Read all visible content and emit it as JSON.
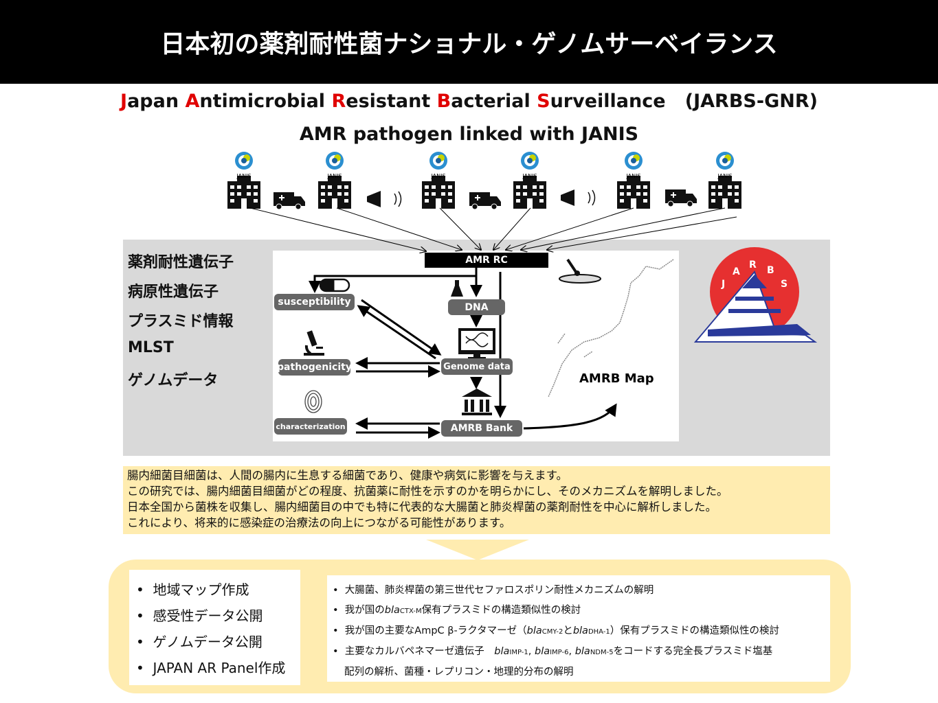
{
  "header": {
    "title": "日本初の薬剤耐性菌ナショナル・ゲノムサーベイランス"
  },
  "subtitle": {
    "words": [
      {
        "initial": "J",
        "rest": "apan "
      },
      {
        "initial": "A",
        "rest": "ntimicrobial "
      },
      {
        "initial": "R",
        "rest": "esistant "
      },
      {
        "initial": "B",
        "rest": "acterial "
      },
      {
        "initial": "S",
        "rest": "urveillance"
      }
    ],
    "acronym": "(JARBS-GNR)",
    "line2": "AMR pathogen linked with JANIS"
  },
  "hospitals": {
    "label": "JANIS",
    "count": 6
  },
  "panel": {
    "labels": [
      "薬剤耐性遺伝子",
      "病原性遺伝子",
      "プラスミド情報",
      "MLST",
      "ゲノムデータ"
    ]
  },
  "diagram": {
    "amr_rc": "AMR RC",
    "susceptibility": "susceptibility",
    "dna": "DNA",
    "pathogenicity": "pathogenicity",
    "genome_data": "Genome data",
    "characterization": "characterization",
    "amrb_bank": "AMRB Bank",
    "amrb_map": "AMRB Map"
  },
  "logo": {
    "letters": "JARBS"
  },
  "summary": [
    "腸内細菌目細菌は、人間の腸内に生息する細菌であり、健康や病気に影響を与えます。",
    "この研究では、腸内細菌目細菌がどの程度、抗菌薬に耐性を示すのかを明らかにし、そのメカニズムを解明しました。",
    "日本全国から菌株を収集し、腸内細菌目の中でも特に代表的な大腸菌と肺炎桿菌の薬剤耐性を中心に解析しました。",
    "これにより、将来的に感染症の治療法の向上につながる可能性があります。"
  ],
  "outputs": [
    "地域マップ作成",
    "感受性データ公開",
    "ゲノムデータ公開",
    "JAPAN AR Panel作成"
  ],
  "research": {
    "r1": "大腸菌、肺炎桿菌の第三世代セファロスポリン耐性メカニズムの解明",
    "r2": {
      "a": "我が国の",
      "bla": "bla",
      "s": "CTX-M",
      "b": "保有プラスミドの構造類似性の検討"
    },
    "r3": {
      "a": "我が国の主要なAmpC β-ラクタマーゼ（",
      "bla1": "bla",
      "s1": "CMY-2",
      "mid": "と",
      "bla2": "bla",
      "s2": "DHA-1",
      "b": "）保有プラスミドの構造類似性の検討"
    },
    "r4": {
      "a": "主要なカルバペネマーゼ遺伝子　",
      "bla1": "bla",
      "s1": "IMP-1",
      "c1": ", ",
      "bla2": "bla",
      "s2": "IMP-6",
      "c2": ", ",
      "bla3": "bla",
      "s3": "NDM-5",
      "b": "をコードする完全長プラスミド塩基"
    },
    "r4b": "配列の解析、菌種・レプリコン・地理的分布の解明"
  },
  "colors": {
    "accent_red": "#e00000",
    "panel_grey": "#d9d9d9",
    "highlight_yellow": "#ffecb0",
    "pill_grey": "#666666",
    "logo_blue": "#2a3a9a"
  }
}
